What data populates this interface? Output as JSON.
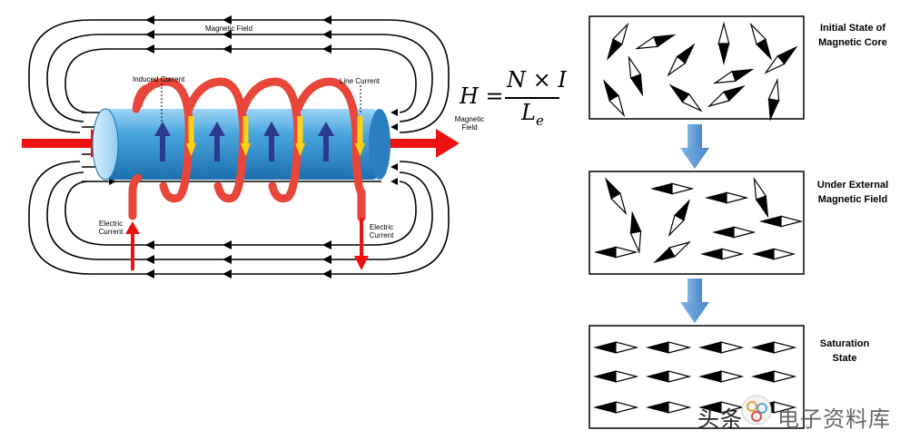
{
  "solenoid": {
    "magnetic_field_top": "Magnetic Field",
    "induced_current": "Induced Current",
    "line_current": "Line Current",
    "magnetic_field_right": "Magnetic Field",
    "electric_current_left": "Electric Current",
    "electric_current_right": "Electric Current"
  },
  "formula": {
    "lhs": "H =",
    "numerator": "N × I",
    "denominator_main": "L",
    "denominator_sub": "e"
  },
  "states": [
    {
      "label": "Initial State of Magnetic Core"
    },
    {
      "label": "Under External Magnetic Field"
    },
    {
      "label": "Saturation State"
    }
  ],
  "watermark": {
    "text1": "头条 ",
    "text2": "电子资料库"
  },
  "colors": {
    "coil": "#e8463a",
    "core": "#3f9fd8",
    "induced_arrow": "#2b3a8f",
    "current_arrow": "#ee1111",
    "down_arrow": "#5b9bd5"
  }
}
